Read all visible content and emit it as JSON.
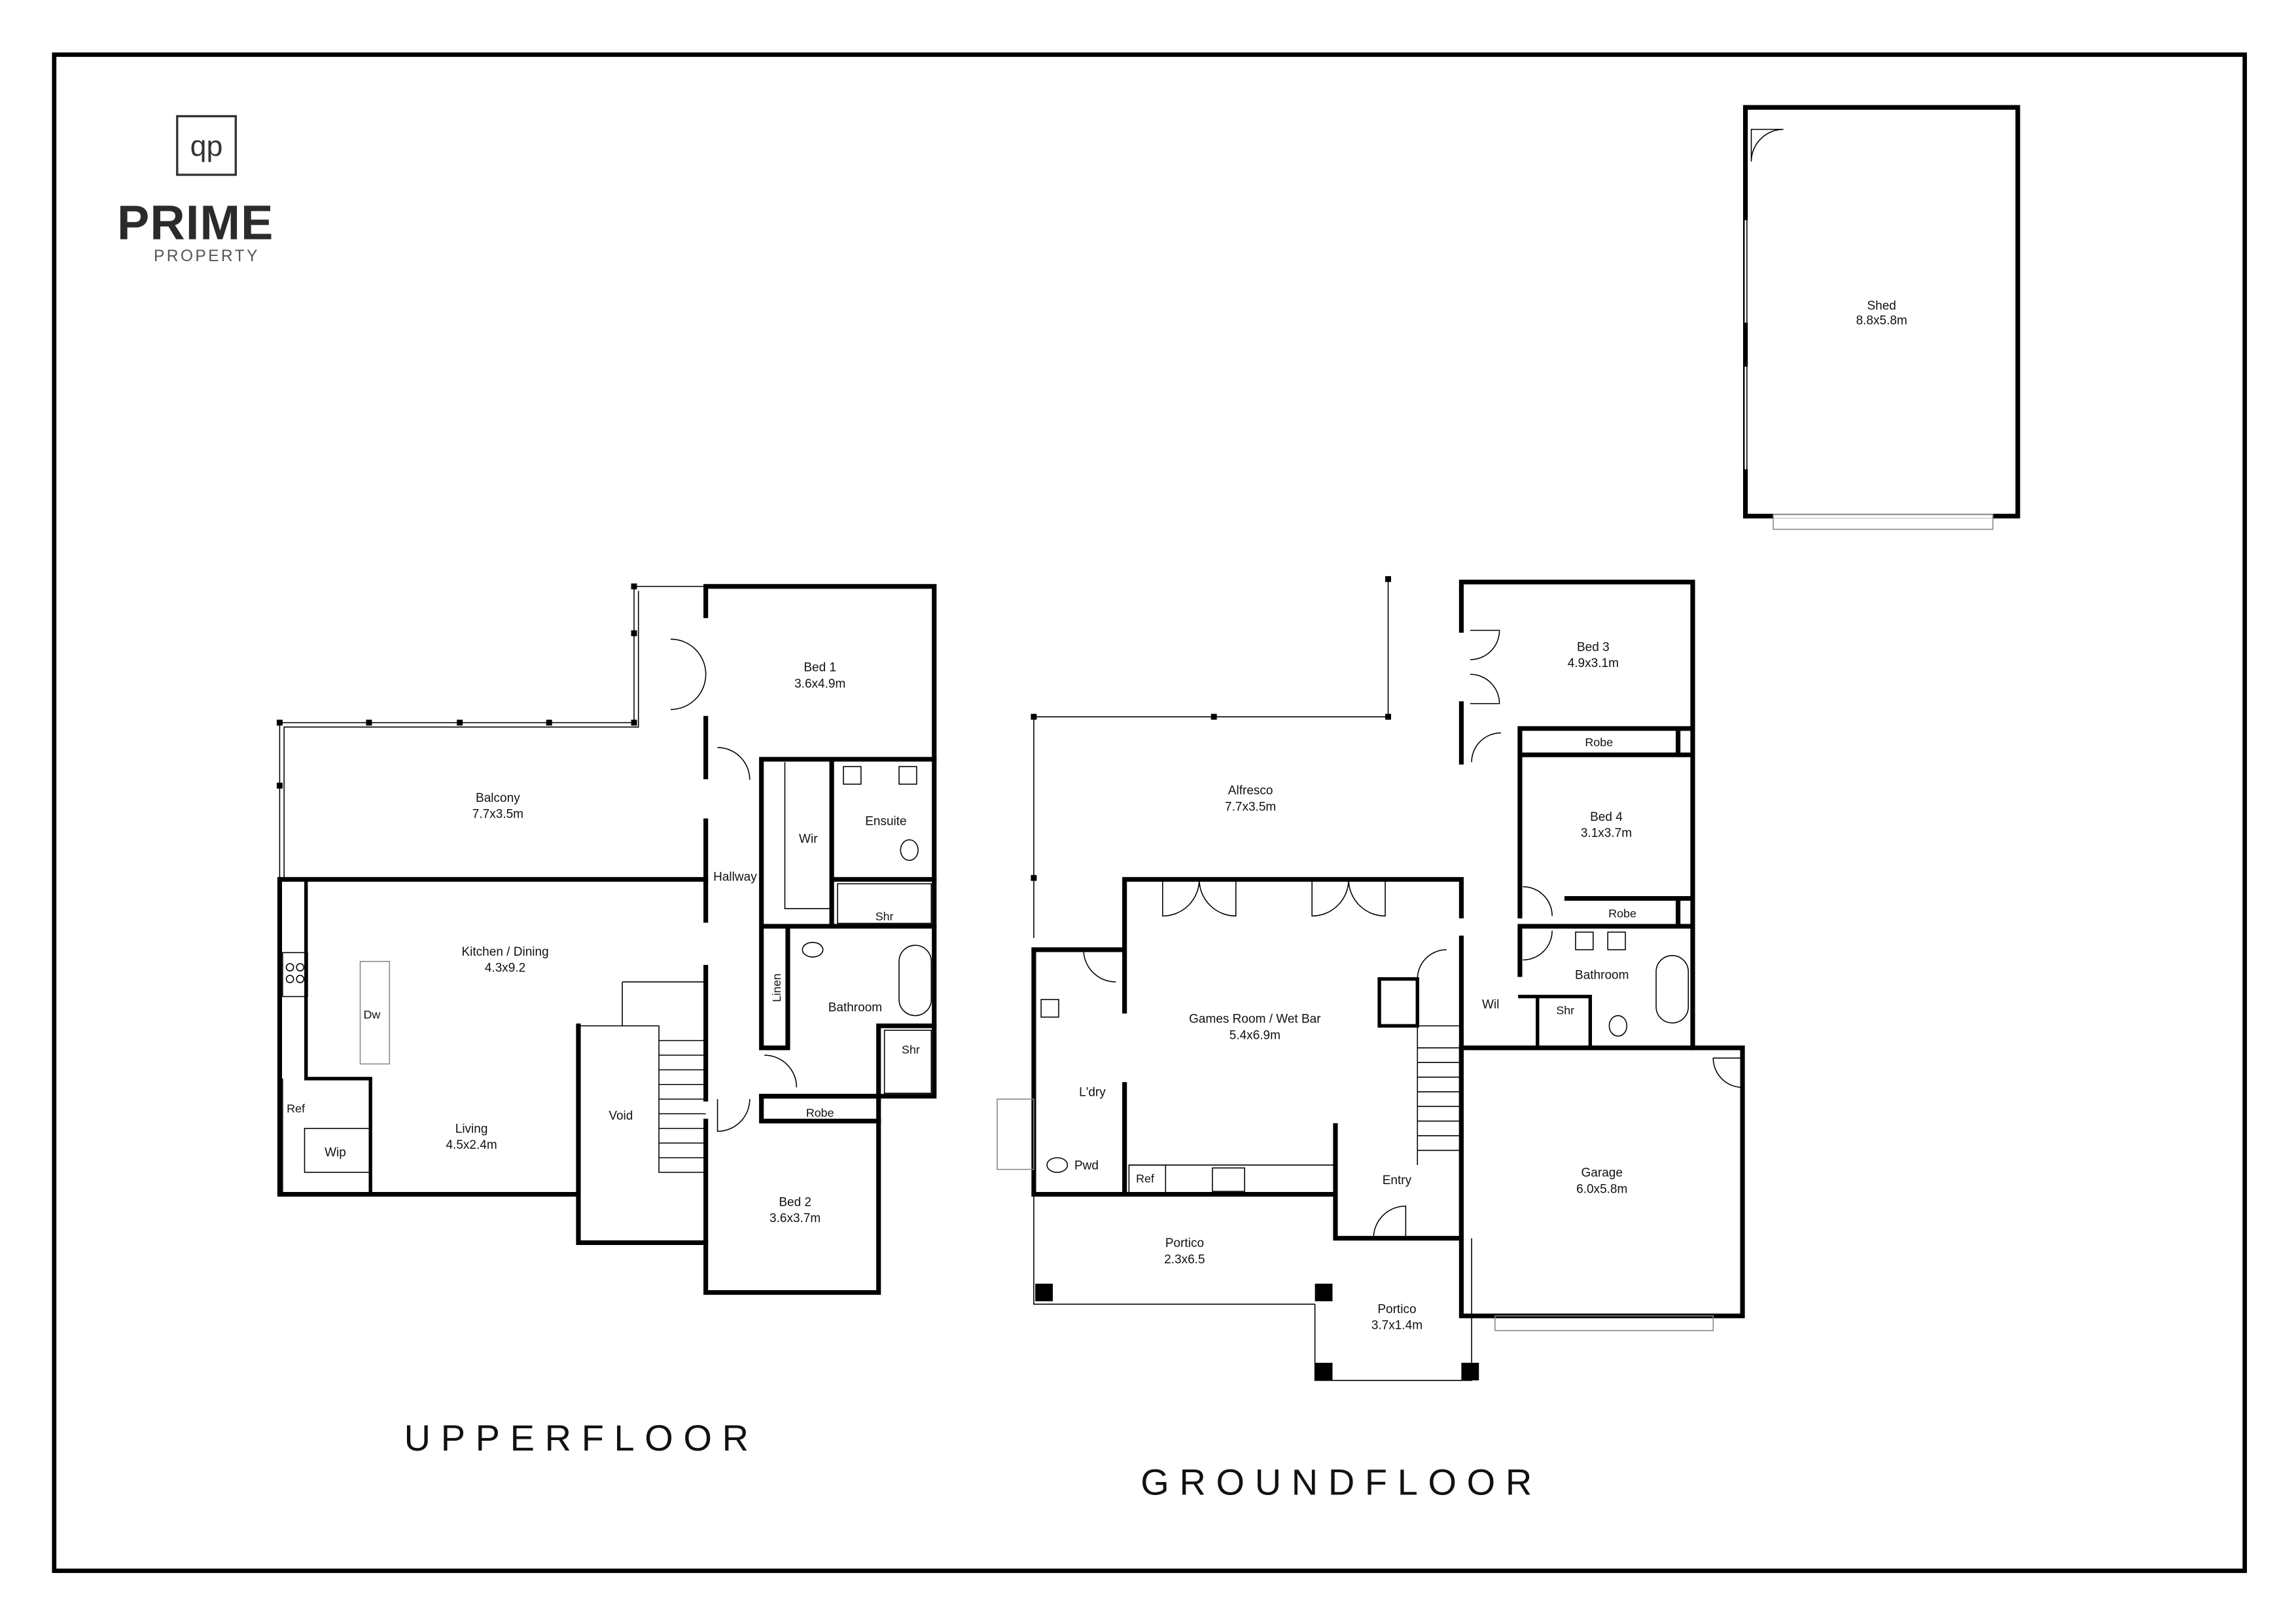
{
  "logo": {
    "mark": "qp",
    "name": "PRIME",
    "sub": "PROPERTY"
  },
  "titles": {
    "upper": "UPPERFLOOR",
    "ground": "GROUNDFLOOR"
  },
  "shed": {
    "name": "Shed",
    "size": "8.8x5.8m"
  },
  "upper": {
    "balcony": {
      "name": "Balcony",
      "size": "7.7x3.5m"
    },
    "bed1": {
      "name": "Bed 1",
      "size": "3.6x4.9m"
    },
    "wir": "Wir",
    "ensuite": "Ensuite",
    "ens_shr": "Shr",
    "hallway": "Hallway",
    "kitchen": {
      "name": "Kitchen / Dining",
      "size": "4.3x9.2"
    },
    "dw": "Dw",
    "linen": "Linen",
    "bathroom": "Bathroom",
    "bath_shr": "Shr",
    "ref": "Ref",
    "wip": "Wip",
    "living": {
      "name": "Living",
      "size": "4.5x2.4m"
    },
    "void": "Void",
    "robe": "Robe",
    "bed2": {
      "name": "Bed 2",
      "size": "3.6x3.7m"
    }
  },
  "ground": {
    "bed3": {
      "name": "Bed 3",
      "size": "4.9x3.1m"
    },
    "robe1": "Robe",
    "alfresco": {
      "name": "Alfresco",
      "size": "7.7x3.5m"
    },
    "bed4": {
      "name": "Bed 4",
      "size": "3.1x3.7m"
    },
    "robe2": "Robe",
    "bathroom": "Bathroom",
    "wil": "Wil",
    "shr": "Shr",
    "games": {
      "name": "Games Room / Wet Bar",
      "size": "5.4x6.9m"
    },
    "laundry": "L'dry",
    "pwd": "Pwd",
    "ref": "Ref",
    "entry": "Entry",
    "garage": {
      "name": "Garage",
      "size": "6.0x5.8m"
    },
    "portico1": {
      "name": "Portico",
      "size": "2.3x6.5"
    },
    "portico2": {
      "name": "Portico",
      "size": "3.7x1.4m"
    }
  }
}
